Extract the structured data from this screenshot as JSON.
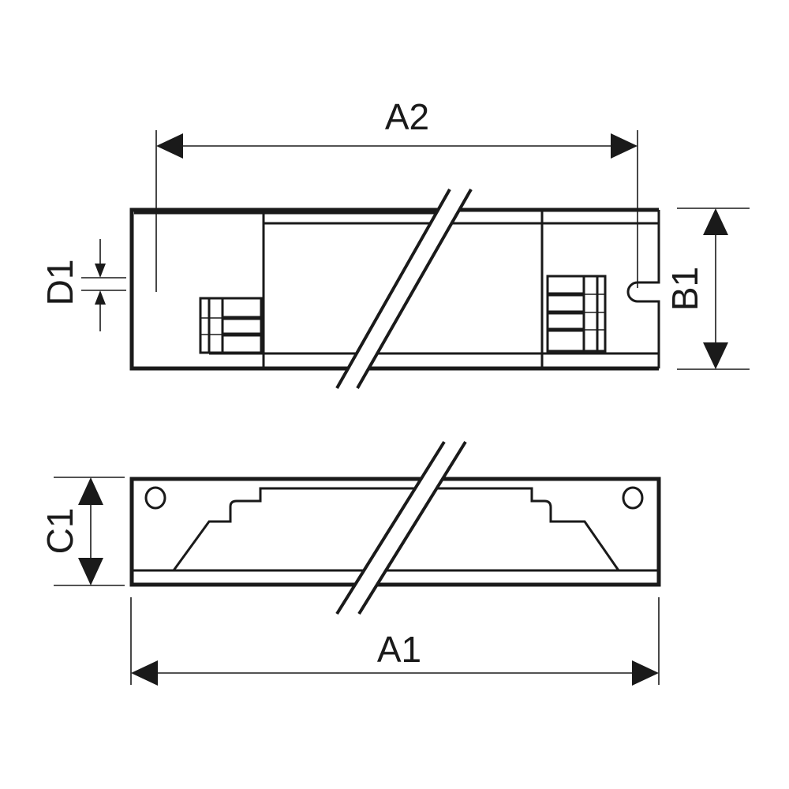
{
  "dimensions": {
    "a2": "A2",
    "b1": "B1",
    "d1": "D1",
    "c1": "C1",
    "a1": "A1"
  },
  "colors": {
    "line": "#1a1a1a",
    "background": "#ffffff"
  }
}
